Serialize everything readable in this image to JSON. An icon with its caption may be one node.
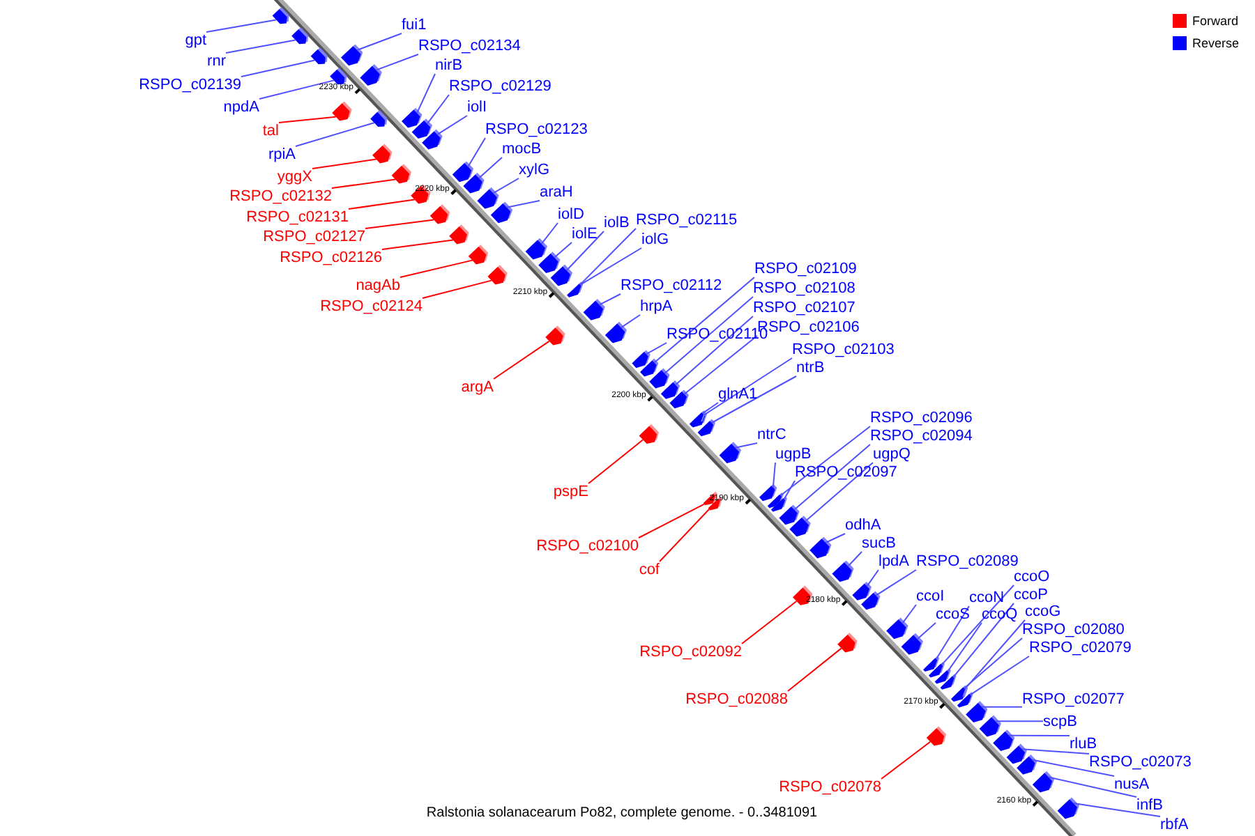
{
  "diagram": {
    "caption": "Ralstonia solanacearum Po82, complete genome. - 0..3481091",
    "nodes": [
      {
        "text": [
          "gpt"
        ]
      },
      {
        "text": [
          "rnr"
        ]
      },
      {
        "text": [
          "RSPO_c02139"
        ]
      },
      {
        "text": [
          "npdA"
        ]
      },
      {
        "text": [
          "rpiA"
        ]
      },
      {
        "text": [
          "tal"
        ]
      },
      {
        "text": [
          "yggX"
        ]
      },
      {
        "text": [
          "RSPO_c02132"
        ]
      },
      {
        "text": [
          "RSPO_c02131"
        ]
      },
      {
        "text": [
          "RSPO_c02127"
        ]
      },
      {
        "text": [
          "RSPO_c02126"
        ]
      },
      {
        "text": [
          "nagAb"
        ]
      },
      {
        "text": [
          "RSPO_c02124"
        ]
      },
      {
        "text": [
          "fui1"
        ]
      },
      {
        "text": [
          "RSPO_c02134"
        ]
      },
      {
        "text": [
          "nirB"
        ]
      },
      {
        "text": [
          "RSPO_c02129"
        ]
      },
      {
        "text": [
          "iolI"
        ]
      },
      {
        "text": [
          "RSPO_c02123"
        ]
      },
      {
        "text": [
          "mocB"
        ]
      },
      {
        "text": [
          "xylG"
        ]
      },
      {
        "text": [
          "araH"
        ]
      },
      {
        "text": [
          "iolD"
        ]
      },
      {
        "text": [
          "iolE"
        ]
      },
      {
        "text": [
          "iolB"
        ]
      },
      {
        "text": [
          "RSPO_c02115"
        ]
      },
      {
        "text": [
          "iolG"
        ]
      },
      {
        "text": [
          "RSPO_c02112"
        ]
      },
      {
        "text": [
          "hrpA"
        ]
      },
      {
        "text": [
          "RSPO_c02110"
        ]
      },
      {
        "text": [
          "RSPO_c02109"
        ]
      },
      {
        "text": [
          "RSPO_c02108"
        ]
      },
      {
        "text": [
          "RSPO_c02107"
        ]
      },
      {
        "text": [
          "RSPO_c02106"
        ]
      },
      {
        "text": [
          "argA"
        ]
      },
      {
        "text": [
          "RSPO_c02103"
        ]
      },
      {
        "text": [
          "ntrB"
        ]
      },
      {
        "text": [
          "glnA1"
        ]
      },
      {
        "text": [
          "ntrC"
        ]
      },
      {
        "text": [
          "RSPO_c02096"
        ]
      },
      {
        "text": [
          "RSPO_c02094"
        ]
      },
      {
        "text": [
          "ugpQ"
        ]
      },
      {
        "text": [
          "ugpB"
        ]
      },
      {
        "text": [
          "RSPO_c02097"
        ]
      },
      {
        "text": [
          "pspE"
        ]
      },
      {
        "text": [
          "odhA"
        ]
      },
      {
        "text": [
          "RSPO_c02100"
        ]
      },
      {
        "text": [
          "sucB"
        ]
      },
      {
        "text": [
          "cof"
        ]
      },
      {
        "text": [
          "lpdA"
        ]
      },
      {
        "text": [
          "RSPO_c02089"
        ]
      },
      {
        "text": [
          "ccoO"
        ]
      },
      {
        "text": [
          "ccoI"
        ]
      },
      {
        "text": [
          "ccoP"
        ]
      },
      {
        "text": [
          "ccoN"
        ]
      },
      {
        "text": [
          "ccoS"
        ]
      },
      {
        "text": [
          "ccoQ"
        ]
      },
      {
        "text": [
          "ccoG"
        ]
      },
      {
        "text": [
          "RSPO_c02080"
        ]
      },
      {
        "text": [
          "RSPO_c02092"
        ]
      },
      {
        "text": [
          "RSPO_c02079"
        ]
      },
      {
        "text": [
          "RSPO_c02088"
        ]
      },
      {
        "text": [
          "RSPO_c02077"
        ]
      },
      {
        "text": [
          "scpB"
        ]
      },
      {
        "text": [
          "rluB"
        ]
      },
      {
        "text": [
          "RSPO_c02073"
        ]
      },
      {
        "text": [
          "RSPO_c02078"
        ]
      },
      {
        "text": [
          "nusA"
        ]
      },
      {
        "text": [
          "infB"
        ]
      },
      {
        "text": [
          "rbfA"
        ]
      },
      {
        "text": [],
        "shape": "arrow"
      },
      {
        "text": [],
        "shape": "arrow"
      },
      {
        "text": [],
        "shape": "arrow"
      },
      {
        "text": [],
        "shape": "arrow"
      },
      {
        "text": [],
        "shape": "arrow"
      },
      {
        "text": [],
        "shape": "arrow"
      },
      {
        "text": [],
        "shape": "arrow"
      },
      {
        "text": [],
        "shape": "arrow"
      },
      {
        "text": [],
        "shape": "arrow"
      },
      {
        "text": [],
        "shape": "arrow"
      },
      {
        "text": [],
        "shape": "arrow"
      },
      {
        "text": [],
        "shape": "arrow"
      },
      {
        "text": [],
        "shape": "arrow"
      },
      {
        "text": [],
        "shape": "arrow"
      },
      {
        "text": [],
        "shape": "arrow"
      },
      {
        "text": [],
        "shape": "arrow"
      },
      {
        "text": [],
        "shape": "arrow"
      },
      {
        "text": [],
        "shape": "arrow"
      },
      {
        "text": [],
        "shape": "arrow"
      },
      {
        "text": [],
        "shape": "arrow"
      },
      {
        "text": [],
        "shape": "arrow"
      },
      {
        "text": [],
        "shape": "arrow"
      },
      {
        "text": [],
        "shape": "arrow"
      },
      {
        "text": [],
        "shape": "arrow"
      },
      {
        "text": [],
        "shape": "arrow"
      },
      {
        "text": [],
        "shape": "arrow"
      },
      {
        "text": [],
        "shape": "arrow"
      },
      {
        "text": [],
        "shape": "arrow"
      },
      {
        "text": [],
        "shape": "arrow"
      },
      {
        "text": [],
        "shape": "arrow"
      },
      {
        "text": [],
        "shape": "arrow"
      },
      {
        "text": [],
        "shape": "arrow"
      },
      {
        "text": [],
        "shape": "arrow"
      },
      {
        "text": [],
        "shape": "arrow"
      },
      {
        "text": [],
        "shape": "arrow"
      },
      {
        "text": [],
        "shape": "arrow"
      },
      {
        "text": [],
        "shape": "arrow"
      },
      {
        "text": [],
        "shape": "arrow"
      },
      {
        "text": [],
        "shape": "arrow"
      },
      {
        "text": [],
        "shape": "arrow"
      },
      {
        "text": [],
        "shape": "arrow"
      },
      {
        "text": [],
        "shape": "arrow"
      },
      {
        "text": [],
        "shape": "arrow"
      },
      {
        "text": [],
        "shape": "arrow"
      },
      {
        "text": [],
        "shape": "arrow"
      },
      {
        "text": [],
        "shape": "arrow"
      },
      {
        "text": [],
        "shape": "arrow"
      },
      {
        "text": [],
        "shape": "arrow"
      },
      {
        "text": [],
        "shape": "arrow"
      },
      {
        "text": [],
        "shape": "arrow"
      },
      {
        "text": [],
        "shape": "arrow"
      },
      {
        "text": [],
        "shape": "arrow"
      },
      {
        "text": [],
        "shape": "arrow"
      },
      {
        "text": [],
        "shape": "arrow"
      },
      {
        "text": [],
        "shape": "arrow"
      },
      {
        "text": [],
        "shape": "arrow"
      },
      {
        "text": [],
        "shape": "arrow"
      },
      {
        "text": [],
        "shape": "arrow"
      },
      {
        "text": [],
        "shape": "arrow"
      },
      {
        "text": [],
        "shape": "arrow"
      },
      {
        "text": [],
        "shape": "arrow"
      },
      {
        "text": [],
        "shape": "arrow"
      },
      {
        "text": [],
        "shape": "arrow"
      },
      {
        "text": [],
        "shape": "arrow"
      },
      {
        "text": [],
        "shape": "arrow"
      },
      {
        "text": [],
        "shape": "arrow"
      },
      {
        "text": [],
        "shape": "arrow"
      },
      {
        "text": [],
        "shape": "arrow"
      },
      {
        "text": [],
        "shape": "arrow"
      },
      {
        "text": [],
        "shape": "arrow"
      }
    ],
    "edges": [
      {
        "from": 0,
        "to": 70,
        "arrow": "none"
      },
      {
        "from": 1,
        "to": 71,
        "arrow": "none"
      },
      {
        "from": 2,
        "to": 72,
        "arrow": "none"
      },
      {
        "from": 3,
        "to": 73,
        "arrow": "none"
      },
      {
        "from": 4,
        "to": 74,
        "arrow": "none"
      },
      {
        "from": 5,
        "to": 75,
        "arrow": "none",
        "color": "#ff0000"
      },
      {
        "from": 6,
        "to": 76,
        "arrow": "none",
        "color": "#ff0000"
      },
      {
        "from": 7,
        "to": 77,
        "arrow": "none",
        "color": "#ff0000"
      },
      {
        "from": 8,
        "to": 78,
        "arrow": "none",
        "color": "#ff0000"
      },
      {
        "from": 9,
        "to": 79,
        "arrow": "none",
        "color": "#ff0000"
      },
      {
        "from": 10,
        "to": 80,
        "arrow": "none",
        "color": "#ff0000"
      },
      {
        "from": 11,
        "to": 81,
        "arrow": "none",
        "color": "#ff0000"
      },
      {
        "from": 12,
        "to": 82,
        "arrow": "none",
        "color": "#ff0000"
      },
      {
        "from": 13,
        "to": 83,
        "arrow": "none"
      },
      {
        "from": 14,
        "to": 84,
        "arrow": "none"
      },
      {
        "from": 15,
        "to": 85,
        "arrow": "none"
      },
      {
        "from": 16,
        "to": 86,
        "arrow": "none"
      },
      {
        "from": 17,
        "to": 87,
        "arrow": "none"
      },
      {
        "from": 18,
        "to": 88,
        "arrow": "none"
      },
      {
        "from": 19,
        "to": 89,
        "arrow": "none"
      },
      {
        "from": 20,
        "to": 90,
        "arrow": "none"
      },
      {
        "from": 21,
        "to": 91,
        "arrow": "none"
      },
      {
        "from": 22,
        "to": 92,
        "arrow": "none"
      },
      {
        "from": 23,
        "to": 93,
        "arrow": "none"
      },
      {
        "from": 24,
        "to": 94,
        "arrow": "none"
      },
      {
        "from": 25,
        "to": 95,
        "arrow": "none"
      },
      {
        "from": 26,
        "to": 96,
        "arrow": "none"
      },
      {
        "from": 27,
        "to": 97,
        "arrow": "none"
      },
      {
        "from": 28,
        "to": 98,
        "arrow": "none"
      },
      {
        "from": 29,
        "to": 99,
        "arrow": "none"
      },
      {
        "from": 30,
        "to": 100,
        "arrow": "none"
      },
      {
        "from": 31,
        "to": 101,
        "arrow": "none"
      },
      {
        "from": 32,
        "to": 102,
        "arrow": "none"
      },
      {
        "from": 33,
        "to": 103,
        "arrow": "none"
      },
      {
        "from": 34,
        "to": 104,
        "arrow": "none",
        "color": "#ff0000"
      },
      {
        "from": 35,
        "to": 105,
        "arrow": "none"
      },
      {
        "from": 36,
        "to": 106,
        "arrow": "none"
      },
      {
        "from": 37,
        "to": 107,
        "arrow": "none"
      },
      {
        "from": 38,
        "to": 108,
        "arrow": "none"
      },
      {
        "from": 39,
        "to": 109,
        "arrow": "none"
      },
      {
        "from": 40,
        "to": 110,
        "arrow": "none"
      },
      {
        "from": 41,
        "to": 111,
        "arrow": "none"
      },
      {
        "from": 42,
        "to": 112,
        "arrow": "none"
      },
      {
        "from": 43,
        "to": 113,
        "arrow": "none"
      },
      {
        "from": 44,
        "to": 114,
        "arrow": "none",
        "color": "#ff0000"
      },
      {
        "from": 45,
        "to": 115,
        "arrow": "none"
      },
      {
        "from": 46,
        "to": 116,
        "arrow": "none",
        "color": "#ff0000"
      },
      {
        "from": 47,
        "to": 117,
        "arrow": "none"
      },
      {
        "from": 48,
        "to": 118,
        "arrow": "none",
        "color": "#ff0000"
      },
      {
        "from": 49,
        "to": 119,
        "arrow": "none"
      },
      {
        "from": 50,
        "to": 120,
        "arrow": "none"
      },
      {
        "from": 51,
        "to": 121,
        "arrow": "none"
      },
      {
        "from": 52,
        "to": 122,
        "arrow": "none"
      },
      {
        "from": 53,
        "to": 123,
        "arrow": "none"
      },
      {
        "from": 54,
        "to": 124,
        "arrow": "none"
      },
      {
        "from": 55,
        "to": 125,
        "arrow": "none"
      },
      {
        "from": 56,
        "to": 126,
        "arrow": "none"
      },
      {
        "from": 57,
        "to": 127,
        "arrow": "none"
      },
      {
        "from": 58,
        "to": 128,
        "arrow": "none"
      },
      {
        "from": 59,
        "to": 129,
        "arrow": "none",
        "color": "#ff0000"
      },
      {
        "from": 60,
        "to": 130,
        "arrow": "none"
      },
      {
        "from": 61,
        "to": 131,
        "arrow": "none",
        "color": "#ff0000"
      },
      {
        "from": 62,
        "to": 132,
        "arrow": "none"
      },
      {
        "from": 63,
        "to": 133,
        "arrow": "none"
      },
      {
        "from": 64,
        "to": 134,
        "arrow": "none"
      },
      {
        "from": 65,
        "to": 135,
        "arrow": "none"
      },
      {
        "from": 66,
        "to": 136,
        "arrow": "none",
        "color": "#ff0000"
      },
      {
        "from": 67,
        "to": 137,
        "arrow": "none"
      },
      {
        "from": 68,
        "to": 138,
        "arrow": "none"
      },
      {
        "from": 69,
        "to": 139,
        "arrow": "none"
      }
    ],
    "labels": [
      "2230 kbp",
      "2220 kbp",
      "2210 kbp",
      "2200 kbp",
      "2190 kbp",
      "2180 kbp",
      "2170 kbp",
      "2160 kbp"
    ],
    "legend": [
      {
        "text": "Forward",
        "color": "#ff0000"
      },
      {
        "text": "Reverse",
        "color": "#0000ff"
      }
    ]
  }
}
